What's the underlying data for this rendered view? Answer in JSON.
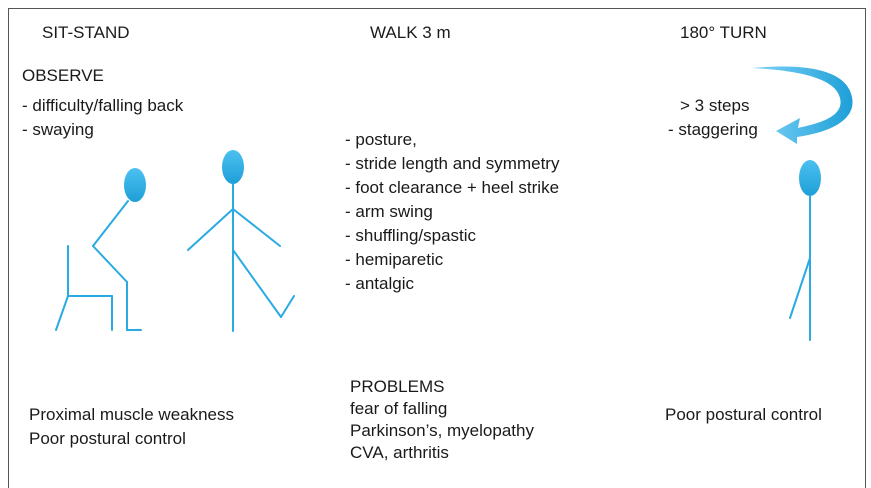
{
  "colors": {
    "figure": "#29abe2",
    "text": "#1a1a1a",
    "border": "#555555"
  },
  "columns": {
    "sit_stand": {
      "title": "SIT-STAND",
      "observe_label": "OBSERVE",
      "observations": [
        "- difficulty/falling back",
        "- swaying"
      ],
      "causes": [
        "Proximal muscle weakness",
        "Poor postural control"
      ]
    },
    "walk": {
      "title": "WALK 3 m",
      "observations": [
        "- posture,",
        "- stride length and symmetry",
        "- foot clearance + heel strike",
        "- arm swing",
        "- shuffling/spastic",
        "- hemiparetic",
        "- antalgic"
      ],
      "problems_label": "PROBLEMS",
      "problems": [
        "fear of falling",
        "Parkinson’s, myelopathy",
        "CVA, arthritis"
      ]
    },
    "turn": {
      "title": "180° TURN",
      "observations": [
        "> 3 steps",
        "- staggering"
      ],
      "causes": [
        "Poor postural control"
      ]
    }
  },
  "icons": {
    "seated_figure": "seated-stick-figure-icon",
    "walking_figure": "walking-stick-figure-icon",
    "turn_arrow": "curved-turn-arrow-icon",
    "standing_figure": "standing-stick-figure-icon"
  }
}
